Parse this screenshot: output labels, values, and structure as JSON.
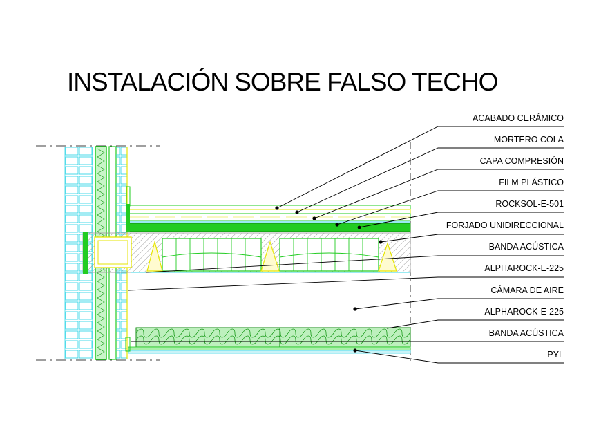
{
  "title": "INSTALACIÓN SOBRE FALSO TECHO",
  "labels": [
    "ACABADO CERÁMICO",
    "MORTERO COLA",
    "CAPA COMPRESIÓN",
    "FILM PLÁSTICO",
    "ROCKSOL-E-501",
    "FORJADO UNIDIRECCIONAL",
    "BANDA ACÚSTICA",
    "ALPHAROCK-E-225",
    "CÁMARA DE AIRE",
    "ALPHAROCK-E-225",
    "BANDA ACÚSTICA",
    "PYL"
  ],
  "colors": {
    "green": "#22cc22",
    "light_green": "#aaf0aa",
    "cyan": "#33d6e6",
    "yellow": "#e6e600",
    "hatch": "#999999",
    "line": "#000000"
  }
}
